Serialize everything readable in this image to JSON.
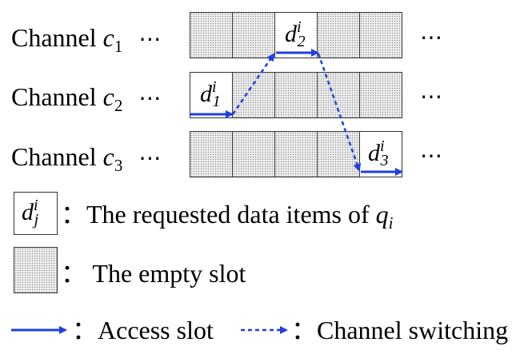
{
  "channels": [
    {
      "label": "Channel",
      "var": "c",
      "sub": "1"
    },
    {
      "label": "Channel",
      "var": "c",
      "sub": "2"
    },
    {
      "label": "Channel",
      "var": "c",
      "sub": "3"
    }
  ],
  "ellipsis": "⋯",
  "items": [
    {
      "var": "d",
      "sup": "i",
      "sub": "2"
    },
    {
      "var": "d",
      "sup": "i",
      "sub": "1"
    },
    {
      "var": "d",
      "sup": "i",
      "sub": "3"
    }
  ],
  "legend": {
    "item_symbol": {
      "var": "d",
      "sup": "i",
      "sub": "j"
    },
    "item_text": "：The requested data items of ",
    "item_q": "q",
    "item_q_sub": "i",
    "empty_text": "：  The empty slot",
    "access_text": "：Access slot",
    "switch_text": "：Channel switching"
  },
  "colors": {
    "arrow": "#1f3fe0",
    "border": "#333333"
  }
}
